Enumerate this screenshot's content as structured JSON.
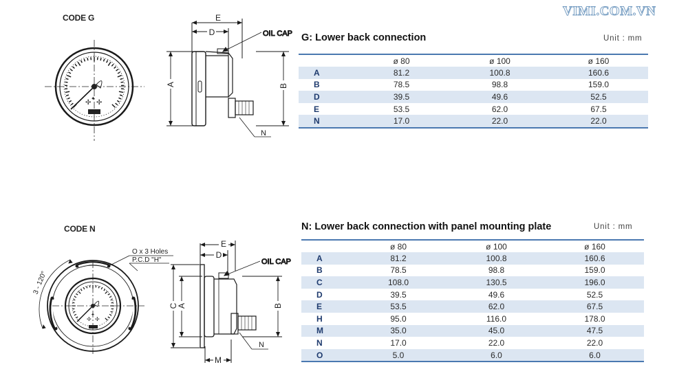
{
  "watermark": "VIMI.COM.VN",
  "colors": {
    "table_accent": "#4a78b0",
    "row_shade": "#dce6f2",
    "row_label": "#1f3b6e"
  },
  "code_g": {
    "label": "CODE G",
    "dims": {
      "e": "E",
      "d": "D",
      "oil_cap": "OIL CAP",
      "a": "A",
      "b": "B",
      "n": "N"
    },
    "title": "G:   Lower back connection",
    "unit": "Unit : mm",
    "table": {
      "headers": [
        "",
        "ø 80",
        "ø 100",
        "ø 160"
      ],
      "rows": [
        [
          "A",
          "81.2",
          "100.8",
          "160.6"
        ],
        [
          "B",
          "78.5",
          "98.8",
          "159.0"
        ],
        [
          "D",
          "39.5",
          "49.6",
          "52.5"
        ],
        [
          "E",
          "53.5",
          "62.0",
          "67.5"
        ],
        [
          "N",
          "17.0",
          "22.0",
          "22.0"
        ]
      ]
    }
  },
  "code_n": {
    "label": "CODE N",
    "dims": {
      "holes": "O x 3 Holes",
      "pcd": "P.C.D \"H\"",
      "angle": "3 - 120°",
      "e": "E",
      "d": "D",
      "oil_cap": "OIL CAP",
      "c": "C",
      "a": "A",
      "b": "B",
      "n": "N",
      "m": "M"
    },
    "title": "N: Lower back connection with panel mounting  plate",
    "unit": "Unit : mm",
    "table": {
      "headers": [
        "",
        "ø 80",
        "ø 100",
        "ø 160"
      ],
      "rows": [
        [
          "A",
          "81.2",
          "100.8",
          "160.6"
        ],
        [
          "B",
          "78.5",
          "98.8",
          "159.0"
        ],
        [
          "C",
          "108.0",
          "130.5",
          "196.0"
        ],
        [
          "D",
          "39.5",
          "49.6",
          "52.5"
        ],
        [
          "E",
          "53.5",
          "62.0",
          "67.5"
        ],
        [
          "H",
          "95.0",
          "116.0",
          "178.0"
        ],
        [
          "M",
          "35.0",
          "45.0",
          "47.5"
        ],
        [
          "N",
          "17.0",
          "22.0",
          "22.0"
        ],
        [
          "O",
          "5.0",
          "6.0",
          "6.0"
        ]
      ]
    }
  }
}
